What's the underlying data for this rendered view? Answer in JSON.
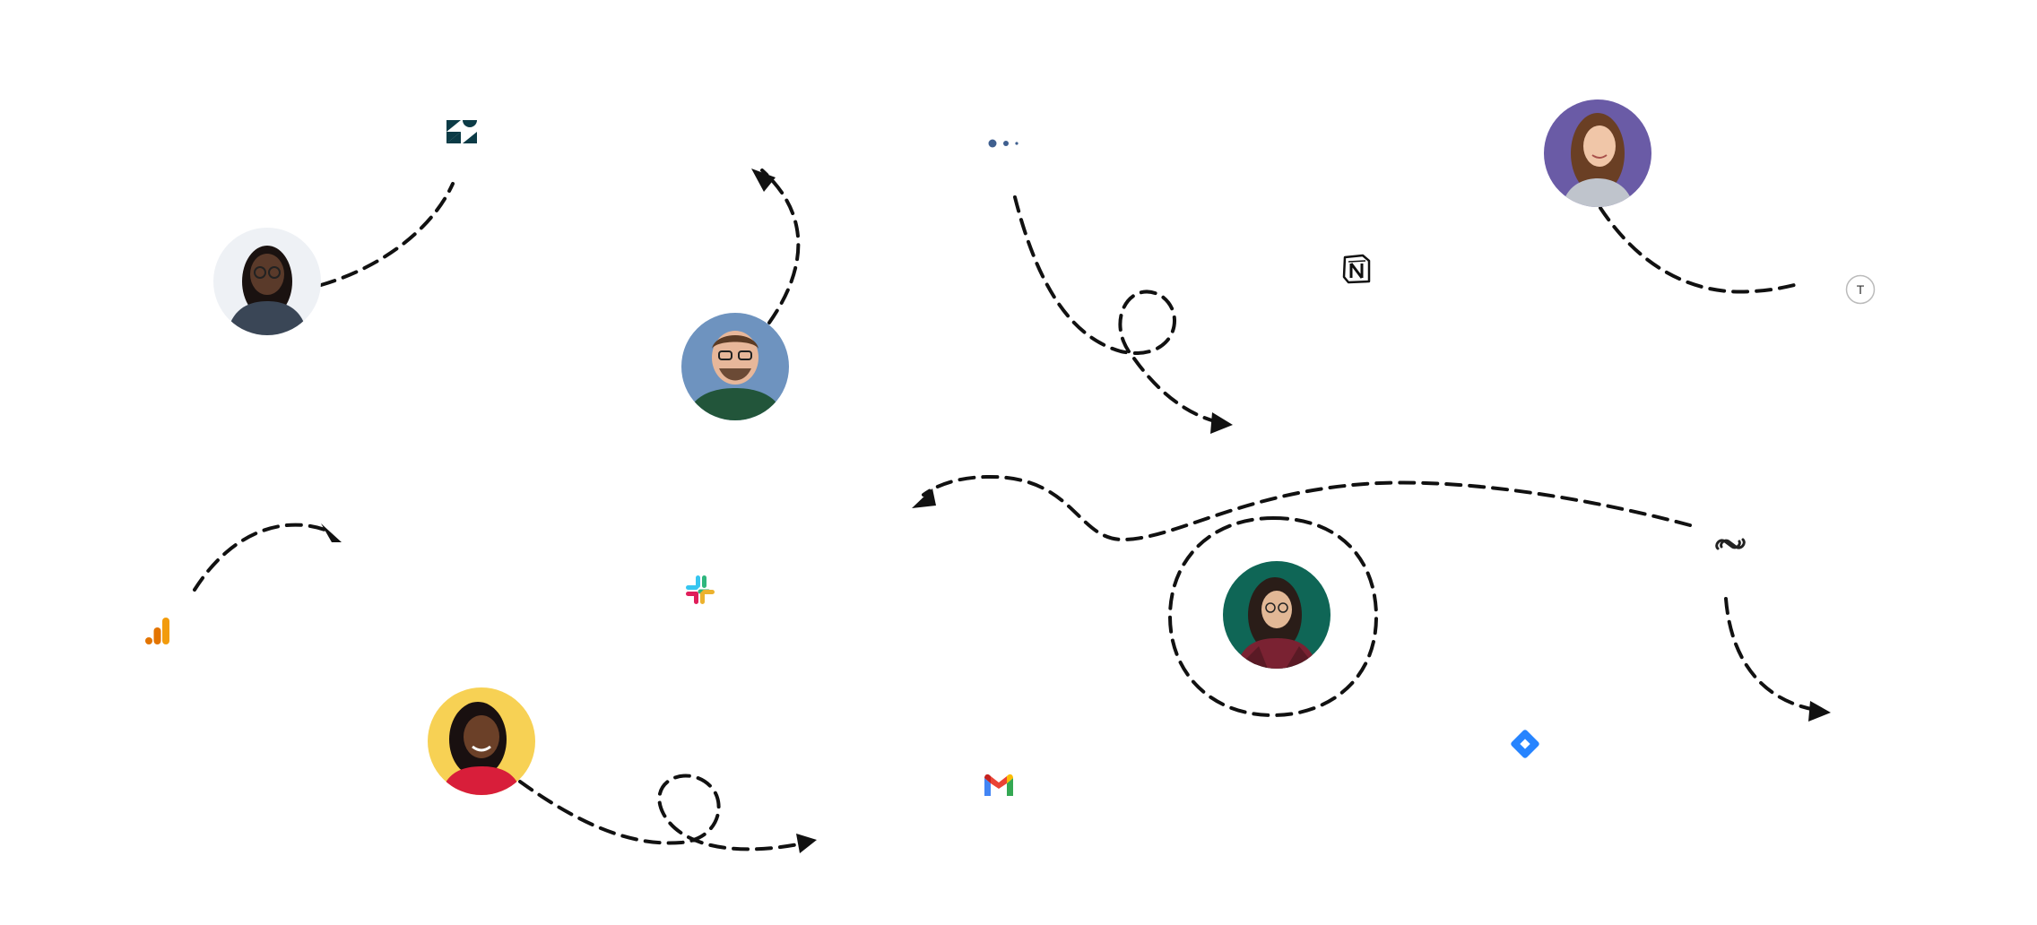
{
  "colors": {
    "background": "#ffffff",
    "path_stroke": "#111111"
  },
  "people": [
    {
      "name": "avatar-woman-glasses",
      "bg": "#eef1f5",
      "skin": "#5a3a2a",
      "hair": "#1a1210",
      "shirt": "#3a4656"
    },
    {
      "name": "avatar-man-glasses",
      "bg": "#6e93bf",
      "skin": "#e7b79a",
      "hair": "#5b3b25",
      "shirt": "#22553a"
    },
    {
      "name": "avatar-woman-purple",
      "bg": "#6a5ba6",
      "skin": "#f0c6a8",
      "hair": "#6a3f24",
      "shirt": "#bfc4cc"
    },
    {
      "name": "avatar-woman-teal",
      "bg": "#0f6656",
      "skin": "#e2b896",
      "hair": "#2a1d18",
      "shirt": "#7a2232"
    },
    {
      "name": "avatar-woman-yellow",
      "bg": "#f7d154",
      "skin": "#6b4028",
      "hair": "#191010",
      "shirt": "#d81e3a"
    }
  ],
  "icons": [
    {
      "name": "zendesk-icon",
      "color": "#0b3b46"
    },
    {
      "name": "dots-icon",
      "color": "#3f5f8f"
    },
    {
      "name": "notion-icon",
      "color": "#111111"
    },
    {
      "name": "typeform-icon",
      "color": "#333333",
      "letter": "T"
    },
    {
      "name": "google-analytics-icon",
      "color": "#f29b0c"
    },
    {
      "name": "slack-icon",
      "color": "#e01e5a"
    },
    {
      "name": "gmail-icon",
      "color": "#ea4335"
    },
    {
      "name": "jira-icon",
      "color": "#2684ff"
    },
    {
      "name": "link-icon",
      "color": "#222222"
    }
  ]
}
